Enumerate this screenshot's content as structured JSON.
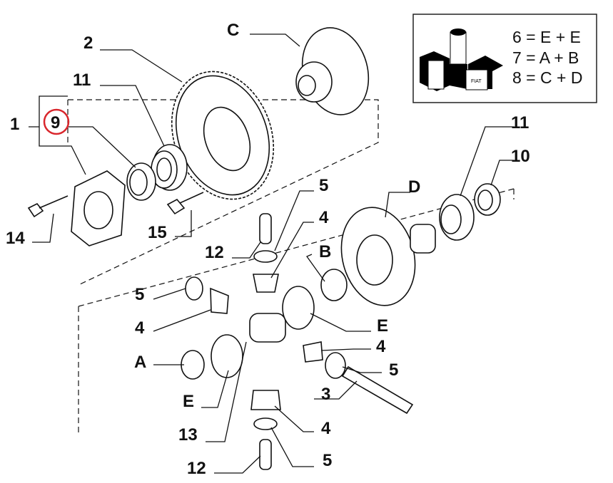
{
  "diagram": {
    "labels": {
      "c": "C",
      "two": "2",
      "eleven_left": "11",
      "one": "1",
      "nine": "9",
      "fourteen": "14",
      "fifteen": "15",
      "five_top": "5",
      "four_top": "4",
      "twelve_top": "12",
      "b": "B",
      "five_left": "5",
      "four_left": "4",
      "a": "A",
      "e_bottom": "E",
      "thirteen": "13",
      "twelve_bottom": "12",
      "five_bottom": "5",
      "four_bottom": "4",
      "three": "3",
      "five_right": "5",
      "four_right": "4",
      "e_right": "E",
      "d": "D",
      "eleven_right": "11",
      "ten": "10"
    },
    "highlight_color": "#d9262c",
    "legend": {
      "lines": [
        "6 = E + E",
        "7 = A + B",
        "8 = C + D"
      ],
      "logo_text": "FIAT"
    }
  }
}
